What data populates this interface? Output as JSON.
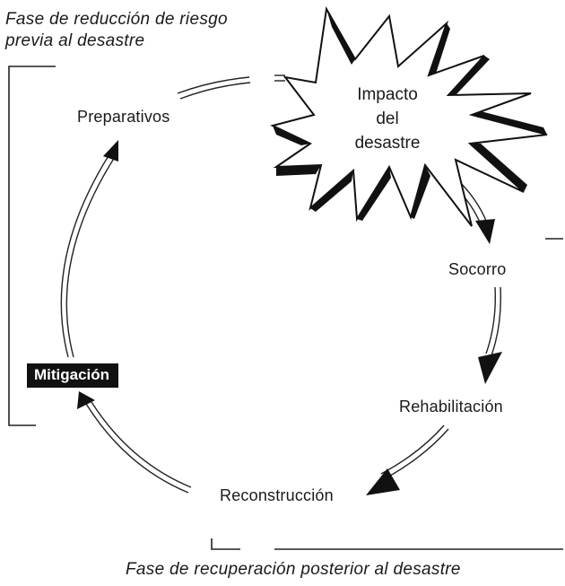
{
  "phases": {
    "pre_disaster": {
      "line1": "Fase de reducción de riesgo",
      "line2": "previa al desastre"
    },
    "post_disaster": "Fase de recuperación posterior al desastre"
  },
  "impact": {
    "line1": "Impacto",
    "line2": "del",
    "line3": "desastre"
  },
  "stages": {
    "preparativos": "Preparativos",
    "socorro": "Socorro",
    "rehabilitacion": "Rehabilitación",
    "reconstruccion": "Reconstrucción",
    "mitigacion": "Mitigación"
  },
  "colors": {
    "ink": "#111111",
    "background": "#ffffff",
    "highlight_text": "#ffffff"
  }
}
